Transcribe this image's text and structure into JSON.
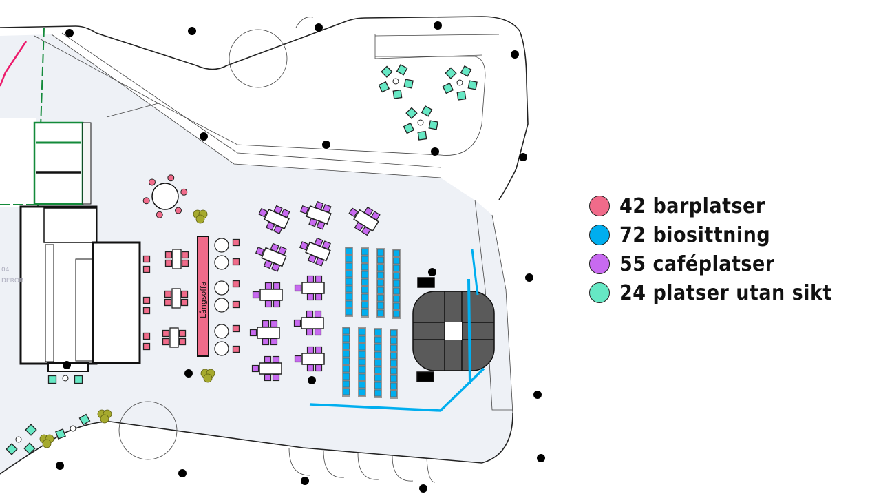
{
  "legend": [
    {
      "label": "42 barplatser",
      "color": "#f06b8a"
    },
    {
      "label": "72 biosittning",
      "color": "#00aeef"
    },
    {
      "label": "55 caféplatser",
      "color": "#c86af0"
    },
    {
      "label": "24 platser utan sikt",
      "color": "#66e8c4"
    }
  ],
  "plan": {
    "sofa_label": "Långsoffa",
    "room_number": "04",
    "room_name": "DEROB",
    "colors": {
      "floor": "#eef1f6",
      "stage": "#5a5a5a",
      "tree": "#a6aa2e"
    }
  }
}
